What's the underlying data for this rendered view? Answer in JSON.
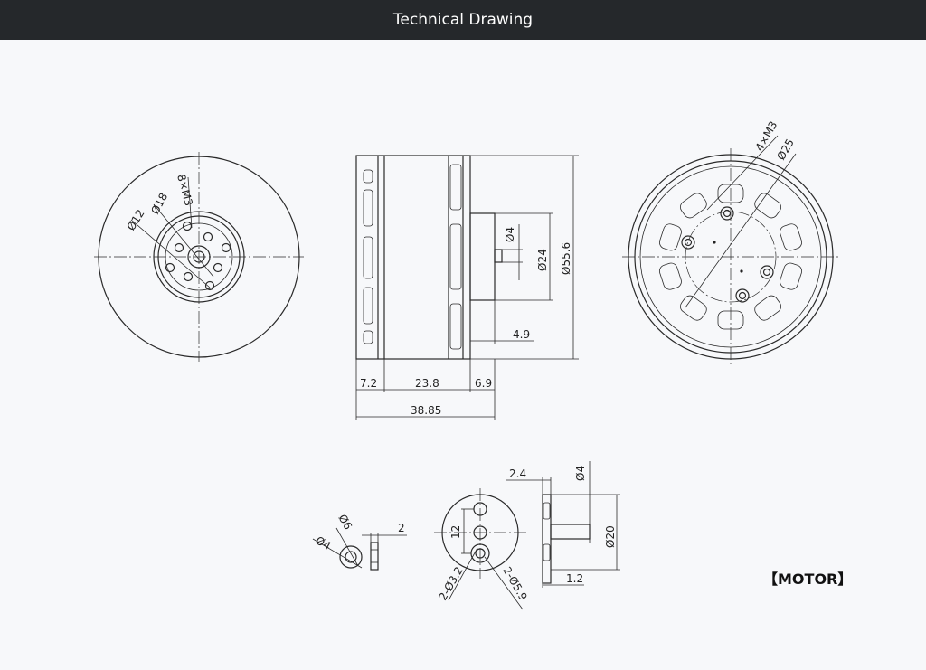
{
  "window": {
    "title": "Technical Drawing"
  },
  "front_view": {
    "dims": [
      "8×M3",
      "Ø18",
      "Ø12"
    ]
  },
  "side_view": {
    "dims": [
      "Ø4",
      "Ø24",
      "Ø55.6",
      "4.9",
      "7.2",
      "23.8",
      "6.9",
      "38.85"
    ]
  },
  "rear_view": {
    "dims": [
      "4×M3",
      "Ø25"
    ]
  },
  "washer_view": {
    "dims": [
      "Ø6",
      "Ø4",
      "2"
    ]
  },
  "mount_view": {
    "dims": [
      "12",
      "2-Ø3.2",
      "2-Ø5.9",
      "2.4",
      "Ø4",
      "Ø20",
      "1.2"
    ]
  },
  "caption": "【MOTOR】"
}
